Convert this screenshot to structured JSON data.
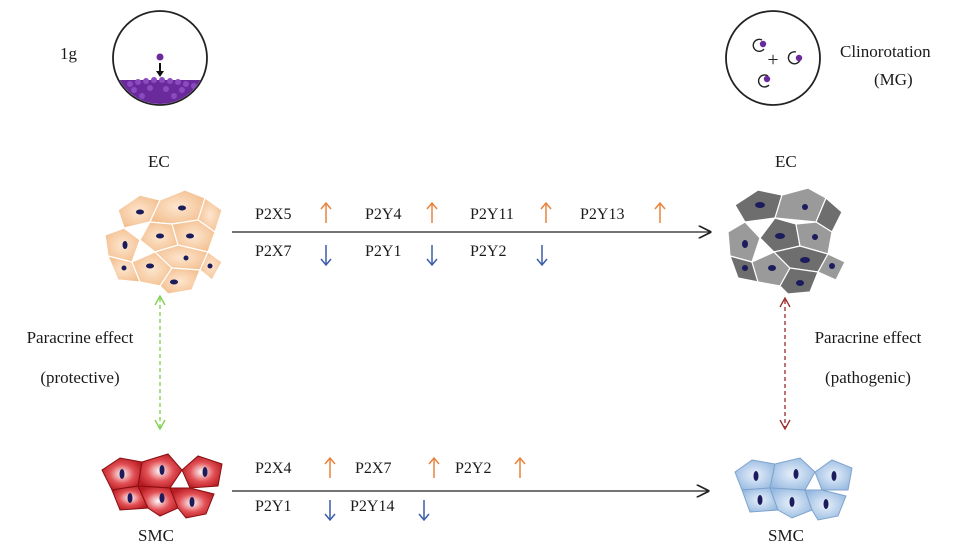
{
  "gravity": {
    "normal_label": "1g",
    "micro_label_line1": "Clinorotation",
    "micro_label_line2": "(MG)"
  },
  "cells": {
    "ec_left": "EC",
    "ec_right": "EC",
    "smc_left": "SMC",
    "smc_right": "SMC"
  },
  "paracrine": {
    "left_line1": "Paracrine effect",
    "left_line2": "(protective)",
    "right_line1": "Paracrine effect",
    "right_line2": "(pathogenic)"
  },
  "ec_receptors": {
    "up": [
      "P2X5",
      "P2Y4",
      "P2Y11",
      "P2Y13"
    ],
    "down": [
      "P2X7",
      "P2Y1",
      "P2Y2"
    ]
  },
  "smc_receptors": {
    "up": [
      "P2X4",
      "P2X7",
      "P2Y2"
    ],
    "down": [
      "P2Y1",
      "P2Y14"
    ]
  },
  "colors": {
    "up_arrow": "#e8823c",
    "down_arrow": "#3b5ca8",
    "ec_normal": "#f6c9a0",
    "ec_mg": "#8c8c8c",
    "smc_normal": "#c8242a",
    "smc_mg": "#a8c6e4",
    "nucleus": "#1c1c5c",
    "particle": "#6a2a9c",
    "protective": "#7ccf4a",
    "pathogenic": "#9c2a2a"
  }
}
